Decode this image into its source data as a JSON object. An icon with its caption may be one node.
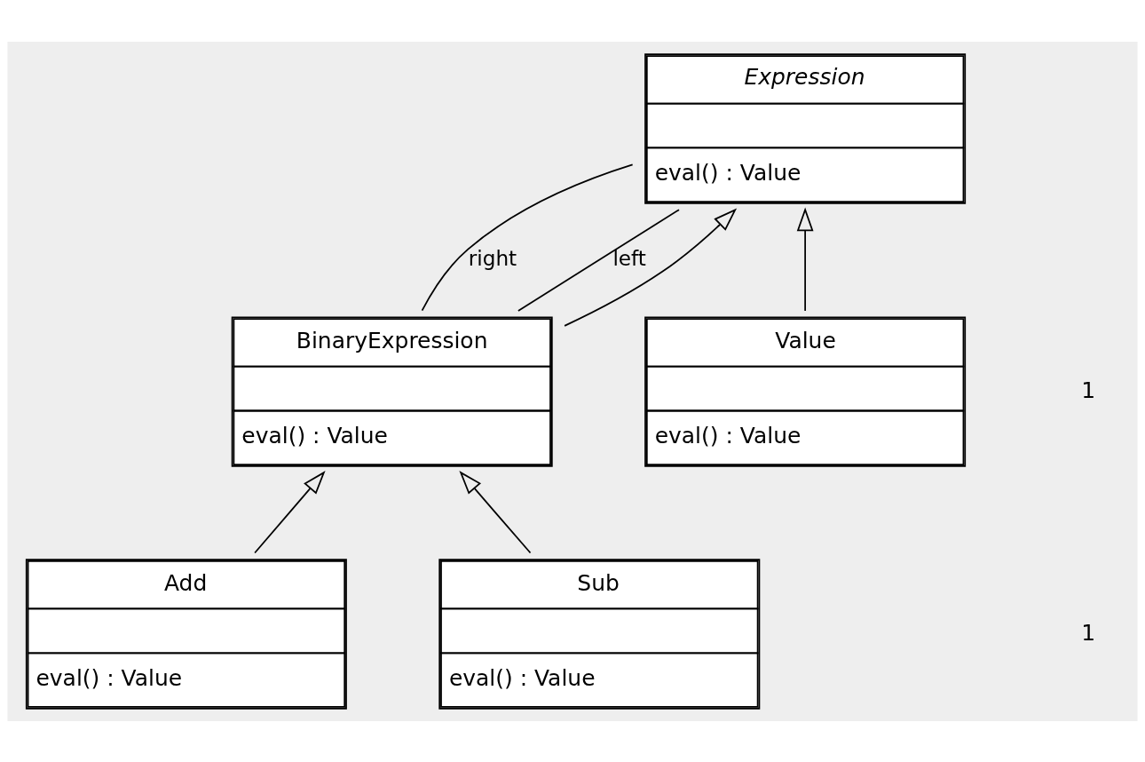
{
  "diagram": {
    "nodes": [
      {
        "text": [
          "Expression",
          "eval() : Value"
        ]
      },
      {
        "text": [
          "BinaryExpression",
          "eval() : Value"
        ]
      },
      {
        "text": [
          "Value",
          "eval() : Value"
        ]
      },
      {
        "text": [
          "Add",
          "eval() : Value"
        ]
      },
      {
        "text": [
          "Sub",
          "eval() : Value"
        ]
      }
    ],
    "edges": [
      {
        "from": 1,
        "to": 0,
        "arrow": "none",
        "label": "right"
      },
      {
        "from": 1,
        "to": 0,
        "arrow": "none",
        "label": "left"
      },
      {
        "from": 1,
        "to": 0,
        "arrow": "to"
      },
      {
        "from": 2,
        "to": 0,
        "arrow": "to"
      },
      {
        "from": 3,
        "to": 1,
        "arrow": "to"
      },
      {
        "from": 4,
        "to": 1,
        "arrow": "to"
      }
    ],
    "labels": [
      "1",
      "1"
    ]
  }
}
